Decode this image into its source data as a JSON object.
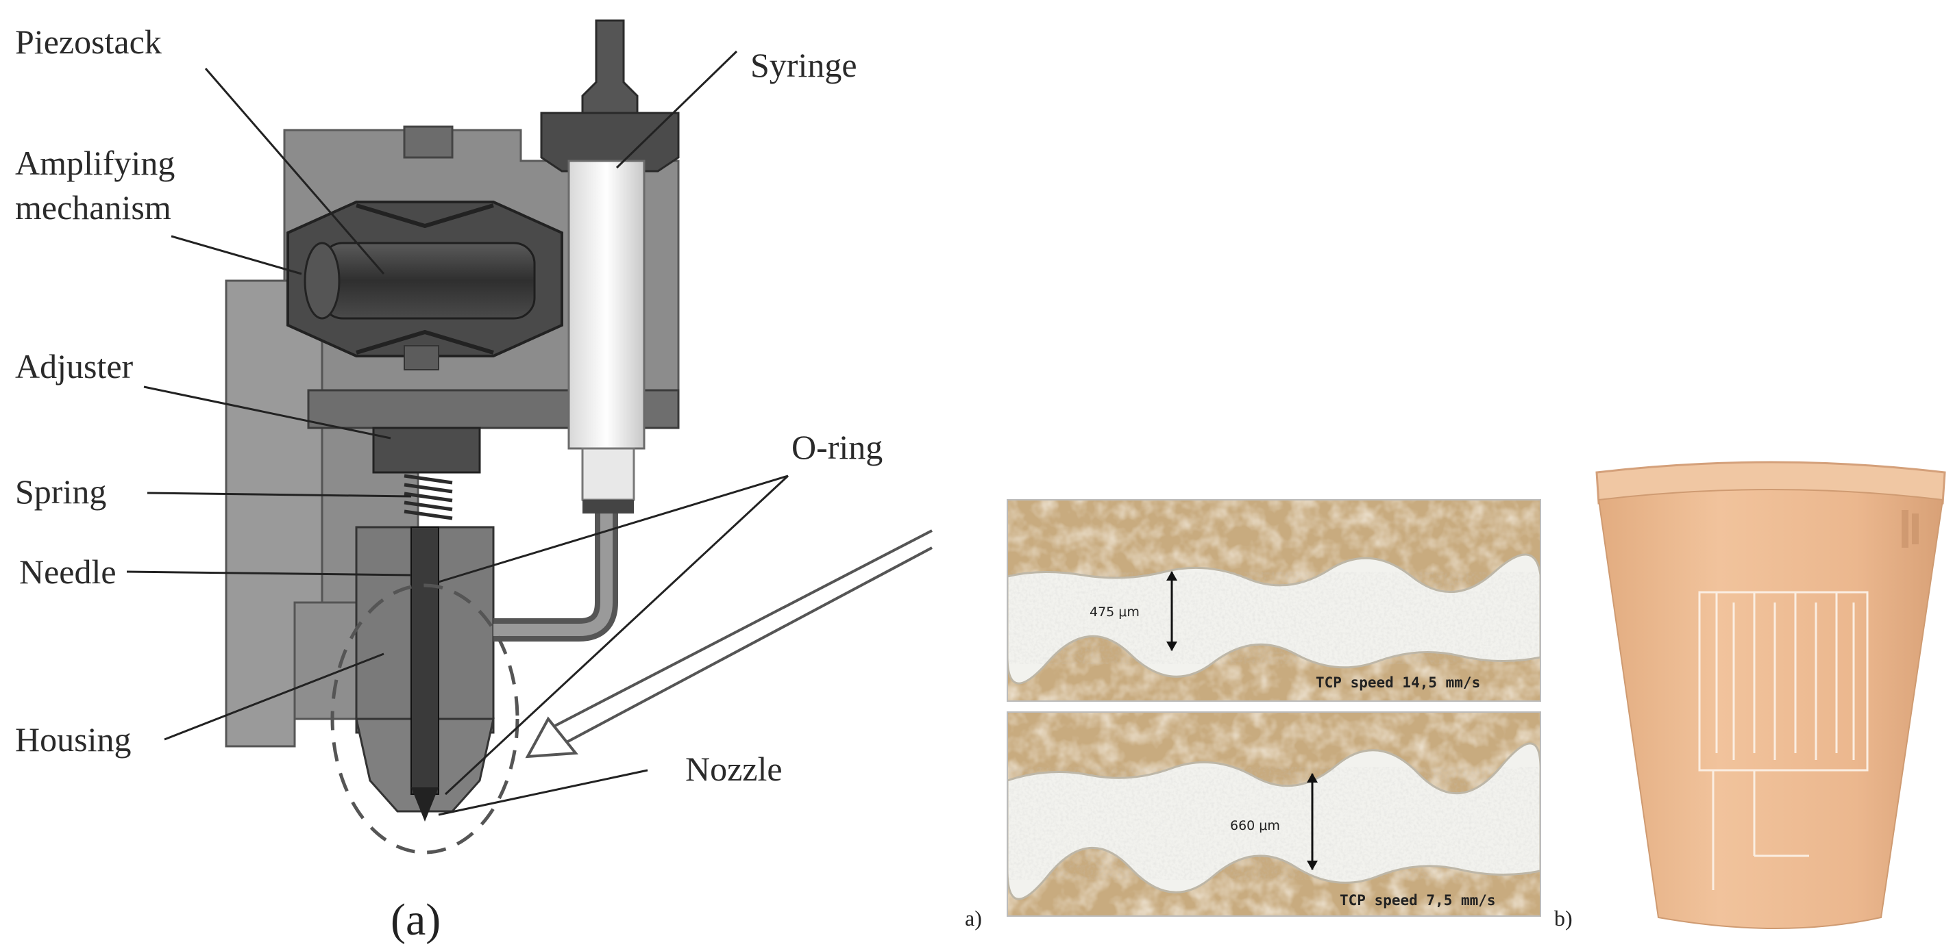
{
  "labels": {
    "piezostack": "Piezostack",
    "amplifying_1": "Amplifying",
    "amplifying_2": "mechanism",
    "adjuster": "Adjuster",
    "spring": "Spring",
    "needle": "Needle",
    "housing": "Housing",
    "syringe": "Syringe",
    "oring": "O-ring",
    "nozzle": "Nozzle"
  },
  "captions": {
    "left_panel": "(a)",
    "micro_a": "a)",
    "micro_b": "b)"
  },
  "micrographs": [
    {
      "width_label": "475 μm",
      "speed_label": "TCP speed 14,5 mm/s"
    },
    {
      "width_label": "660 μm",
      "speed_label": "TCP speed 7,5 mm/s"
    }
  ],
  "colors": {
    "housing_gray": "#8a8a8a",
    "dark_gray": "#3f3f3f",
    "paper_brown": "#c9ad82",
    "trace_white": "#f3f3f0",
    "cup_tan": "#e9b98f"
  }
}
